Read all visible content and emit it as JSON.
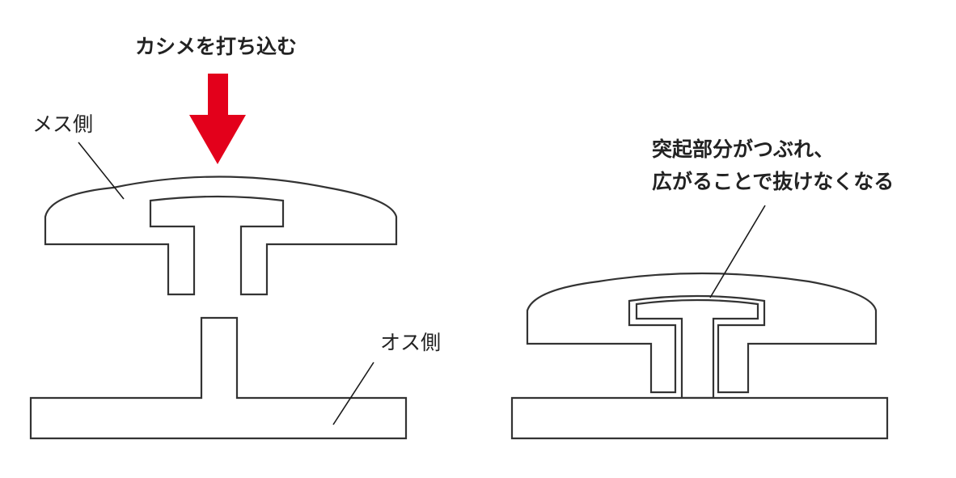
{
  "labels": {
    "action": "カシメを打ち込む",
    "female_side": "メス側",
    "male_side": "オス側",
    "result_line1": "突起部分がつぶれ、",
    "result_line2": "広がることで抜けなくなる"
  },
  "colors": {
    "arrow": "#e3001b",
    "outline": "#333333",
    "background": "#ffffff"
  }
}
